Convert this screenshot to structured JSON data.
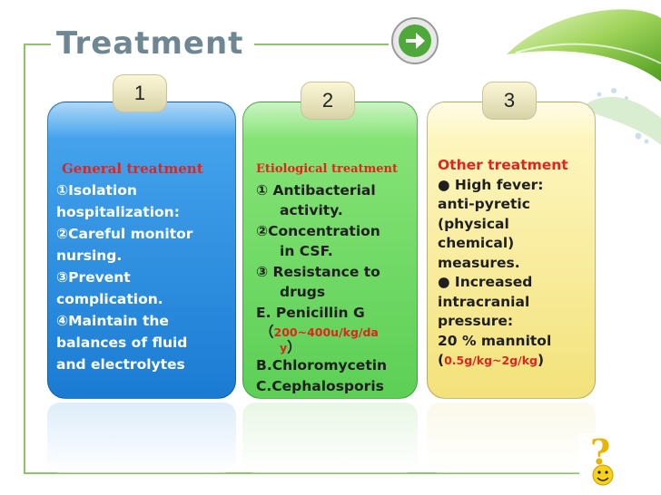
{
  "slide": {
    "title": "Treatment",
    "nav_icon": "arrow-right-icon",
    "help_icon": "question-smiley-icon"
  },
  "tabs": [
    "1",
    "2",
    "3"
  ],
  "card1": {
    "heading": "General treatment",
    "lines": [
      "①Isolation",
      "hospitalization:",
      "②Careful monitor",
      "nursing.",
      "③Prevent",
      "complication.",
      "④Maintain the",
      "balances of fluid",
      "and electrolytes"
    ]
  },
  "card2": {
    "heading": "Etiological treatment",
    "l1": "① Antibacterial",
    "l2": "activity.",
    "l3": "②Concentration",
    "l4": "in CSF.",
    "l5": "③ Resistance to",
    "l6": "drugs",
    "l7": "E. Penicillin G",
    "dose_open": "（",
    "dose_a": "200~400u/kg/da",
    "dose_b": "y",
    "dose_close": "）",
    "l9": "B.Chloromycetin",
    "l10": "C.Cephalosporis"
  },
  "card3": {
    "heading": "Other treatment",
    "l1": "● High fever:",
    "l2": "anti-pyretic",
    "l3": "(physical",
    "l4": "chemical)",
    "l5": "measures.",
    "l6": "● Increased",
    "l7": "intracranial",
    "l8": "pressure:",
    "l9": "20 % mannitol",
    "dose_open": "(",
    "dose": "0.5g/kg~2g/kg",
    "dose_close": ")"
  },
  "colors": {
    "accent_red": "#e0251e",
    "card1": "#2a8fe0",
    "card2": "#6fd863",
    "card3": "#f8eea0",
    "title": "#6f8793"
  }
}
